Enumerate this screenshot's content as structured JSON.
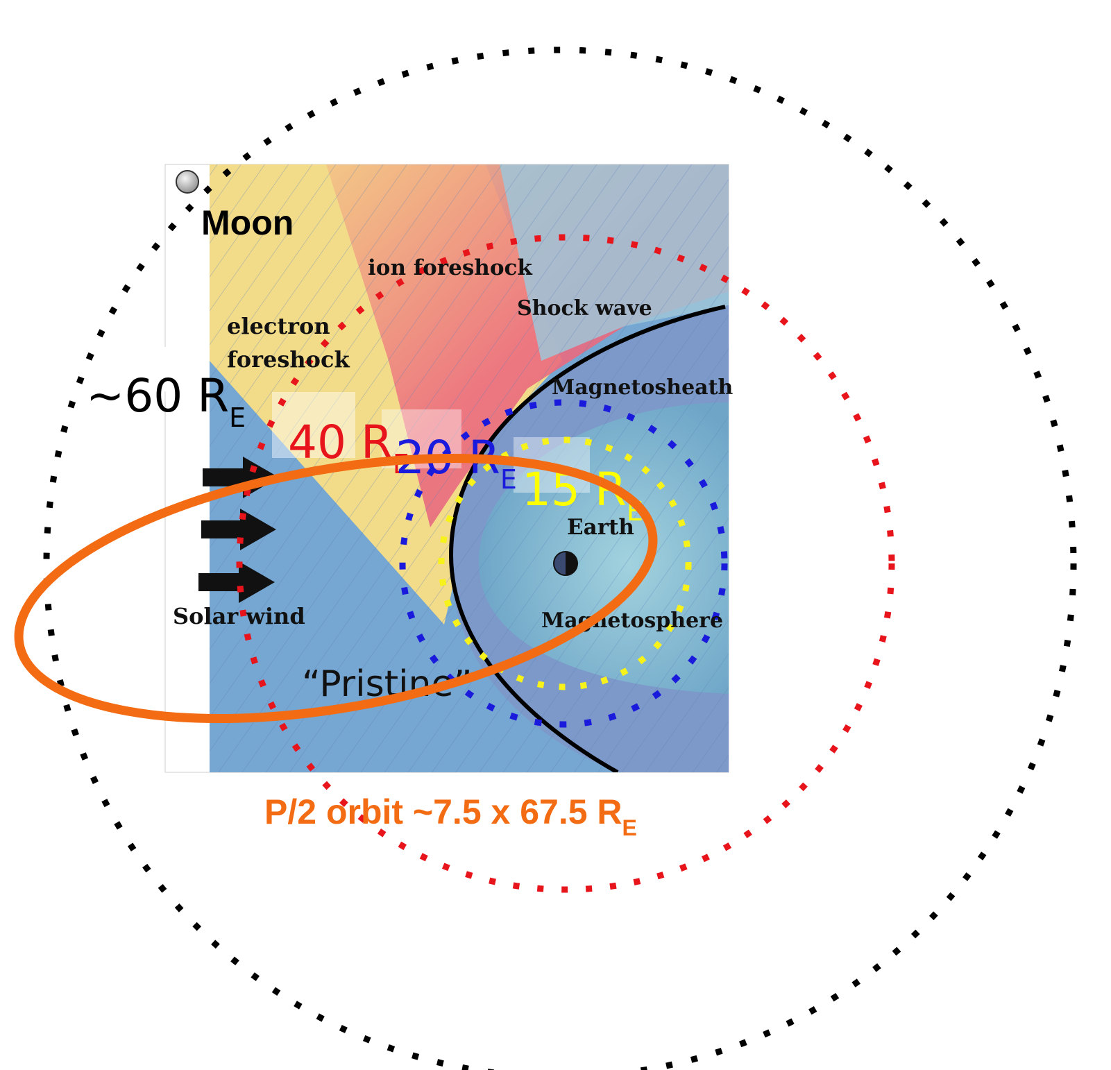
{
  "labels": {
    "moon": "Moon",
    "ion_foreshock": "ion foreshock",
    "shock_wave": "Shock wave",
    "electron": "electron",
    "foreshock": "foreshock",
    "magnetosheath": "Magnetosheath",
    "earth": "Earth",
    "solar_wind": "Solar wind",
    "magnetosphere": "Magnetosphere",
    "pristine": "“Pristine”"
  },
  "radii_labels": {
    "r60": {
      "main": "~60 R",
      "sub": "E",
      "color": "#000000"
    },
    "r40": {
      "main": "40 R",
      "sub": "E",
      "color": "#e8141b"
    },
    "r20": {
      "main": "20 R",
      "sub": "E",
      "color": "#1a1adc"
    },
    "r15": {
      "main": "15 R",
      "sub": "E",
      "color": "#ffff00"
    }
  },
  "orbit": {
    "main": "P/2 orbit ~7.5 x 67.5 R",
    "sub": "E",
    "color": "#f36b12"
  },
  "colors": {
    "circle_60": "#000000",
    "circle_40": "#e8141b",
    "circle_20": "#1a1adc",
    "circle_15": "#f7f21a",
    "orbit": "#f36b12",
    "solar_wind_region": "#6f9ccf",
    "foreshock_yellow": "#f3df8f",
    "foreshock_red": "#ea6f80",
    "magnetosheath": "#7d9ac8",
    "magnetosphere": "#8ec4d8"
  }
}
